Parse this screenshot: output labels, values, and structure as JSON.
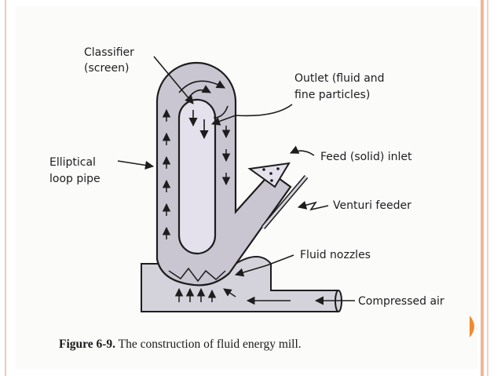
{
  "figure": {
    "labels": {
      "classifier_line1": "Classifier",
      "classifier_line2": "(screen)",
      "outlet_line1": "Outlet (fluid and",
      "outlet_line2": "fine particles)",
      "feed_inlet": "Feed (solid) inlet",
      "loop_line1": "Elliptical",
      "loop_line2": "loop pipe",
      "venturi_feeder": "Venturi feeder",
      "fluid_nozzles": "Fluid nozzles",
      "compressed_air": "Compressed air"
    },
    "caption_number": "Figure 6-9.",
    "caption_text": " The construction of fluid energy mill."
  },
  "colors": {
    "accent": "#f28a2e",
    "border": "#f0b893",
    "pipe_fill": "#c9c6d2",
    "inner_fill": "#e4e1ec"
  }
}
